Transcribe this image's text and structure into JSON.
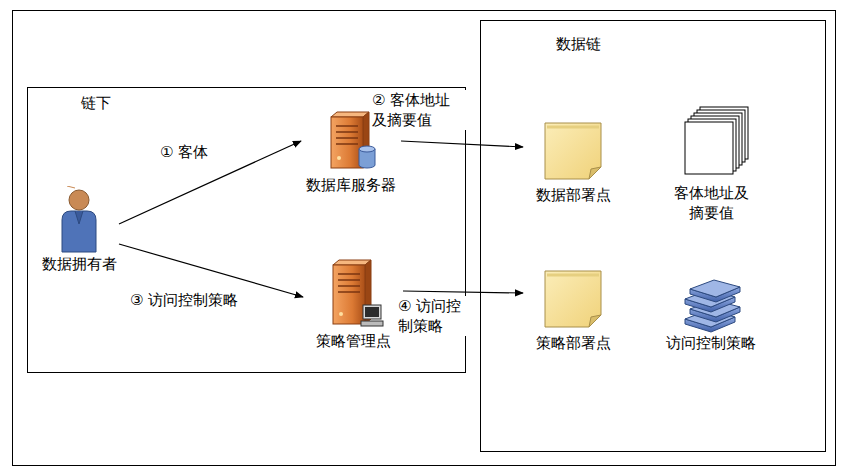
{
  "diagram": {
    "nodes": [
      {
        "text": [
          "链下"
        ]
      },
      {
        "text": [
          "数据链"
        ]
      },
      {
        "text": [
          "数据拥有者"
        ],
        "in": 0
      },
      {
        "text": [
          "数据库服务器"
        ],
        "in": 0
      },
      {
        "text": [
          "策略管理点"
        ],
        "in": 0
      },
      {
        "text": [
          "数据部署点"
        ],
        "in": 1
      },
      {
        "text": [
          "客体地址及 摘要值"
        ],
        "in": 1
      },
      {
        "text": [
          "策略部署点"
        ],
        "in": 1
      },
      {
        "text": [
          "访问控制策略"
        ],
        "in": 1
      }
    ],
    "edges": [
      {
        "from": 2,
        "to": 3,
        "label": "① 客体",
        "arrow": "to"
      },
      {
        "from": 3,
        "to": 5,
        "label": "② 客体地址 及摘要值",
        "arrow": "to"
      },
      {
        "from": 2,
        "to": 4,
        "label": "③ 访问控制策略",
        "arrow": "to"
      },
      {
        "from": 4,
        "to": 7,
        "label": "④ 访问控 制策略",
        "arrow": "to"
      }
    ]
  }
}
